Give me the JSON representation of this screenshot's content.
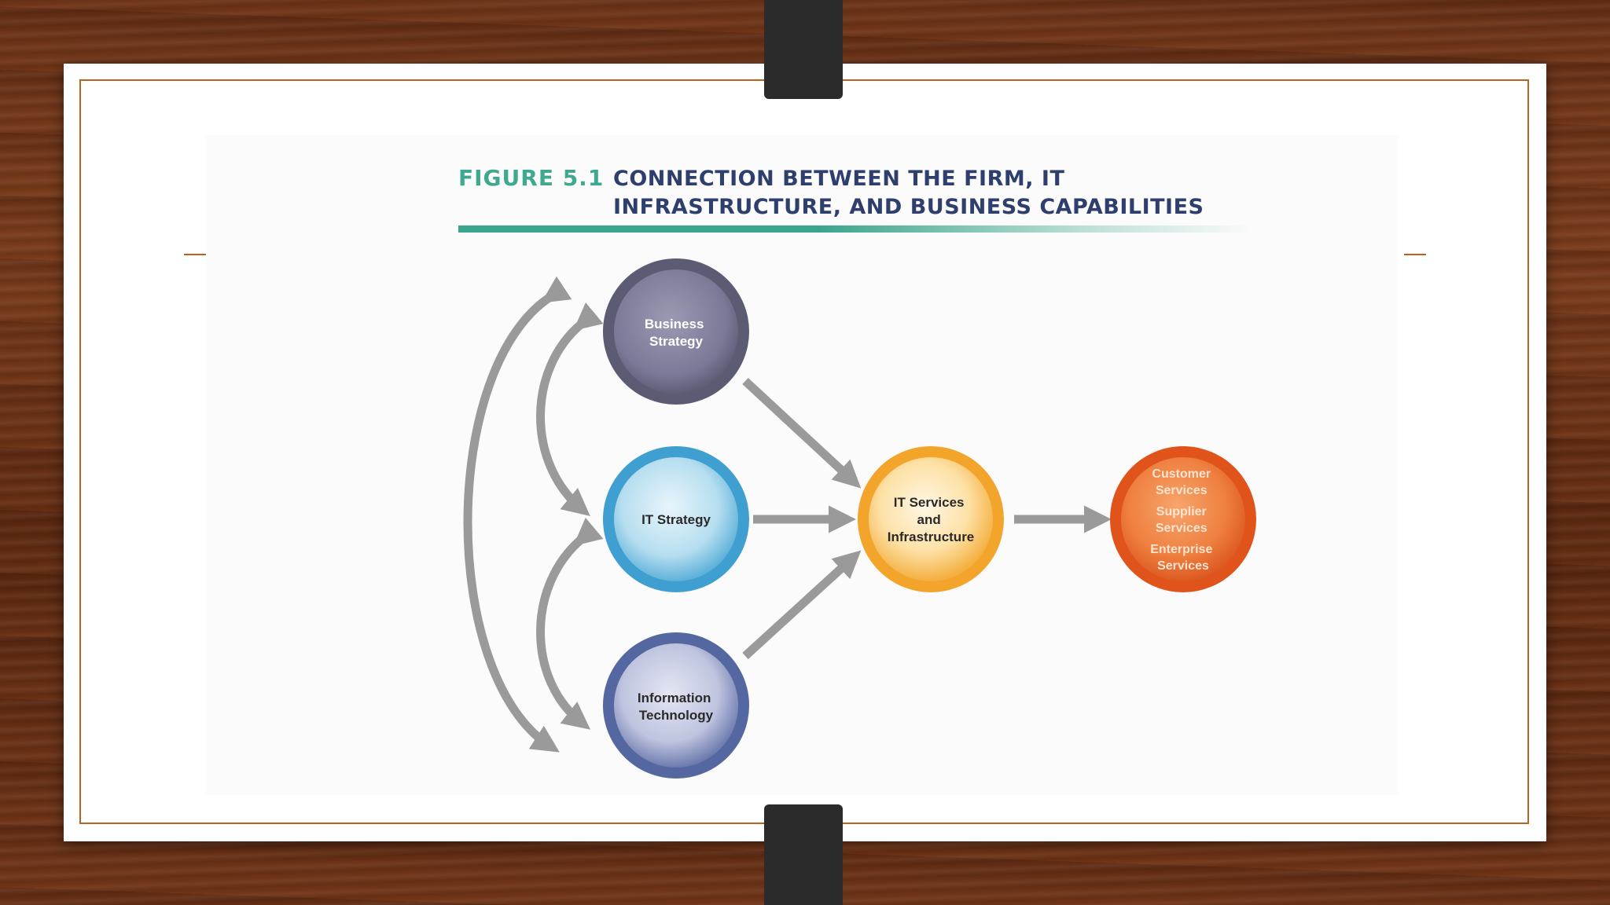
{
  "figure": {
    "label": "FIGURE 5.1",
    "title": "CONNECTION BETWEEN THE FIRM, IT INFRASTRUCTURE, AND BUSINESS CAPABILITIES"
  },
  "nodes": {
    "business_strategy": {
      "lines": [
        "Business",
        "Strategy"
      ],
      "color": "#6f6f8e"
    },
    "it_strategy": {
      "lines": [
        "IT Strategy"
      ],
      "color": "#7ec3e3"
    },
    "information_technology": {
      "lines": [
        "Information",
        "Technology"
      ],
      "color": "#6f7fb0"
    },
    "it_services": {
      "lines": [
        "IT Services",
        "and",
        "Infrastructure"
      ],
      "color": "#f7b84a"
    },
    "services": {
      "lines": [
        "Customer",
        "Services",
        "Supplier",
        "Services",
        "Enterprise",
        "Services"
      ],
      "color": "#ea6a2c"
    }
  },
  "colors": {
    "accent_green": "#3aa58b",
    "title_navy": "#2e3f6e",
    "frame": "#b5651d",
    "arrow_gray": "#9a9a9a"
  }
}
